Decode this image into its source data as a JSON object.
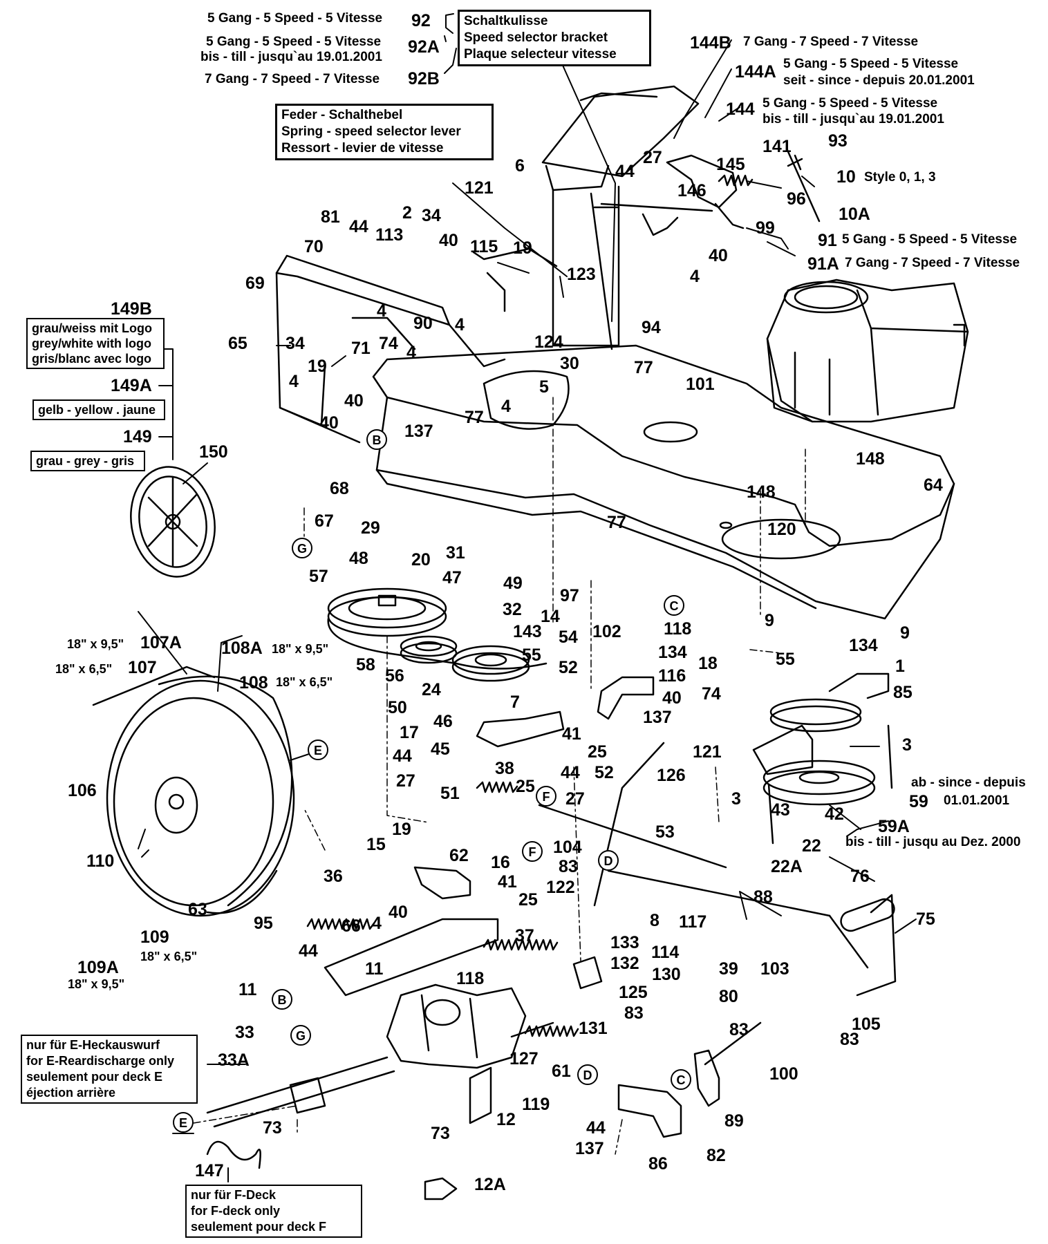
{
  "callouts": {
    "n92": "92",
    "n92A": "92A",
    "n92B": "92B",
    "n144B": "144B",
    "n144A": "144A",
    "n144": "144",
    "n141": "141",
    "n93": "93",
    "n10": "10",
    "n10A": "10A",
    "n91": "91",
    "n91A": "91A",
    "n6": "6",
    "n121a": "121",
    "n44a": "44",
    "n27a": "27",
    "n145": "145",
    "n146": "146",
    "n96": "96",
    "n99": "99",
    "n40a": "40",
    "n4a": "4",
    "n81": "81",
    "n44b": "44",
    "n113": "113",
    "n2": "2",
    "n34a": "34",
    "n40b": "40",
    "n115": "115",
    "n19a": "19",
    "n123": "123",
    "n70": "70",
    "n69": "69",
    "n94": "94",
    "n34b": "34",
    "n71": "71",
    "n74a": "74",
    "n90": "90",
    "n4b": "4",
    "n4c": "4",
    "n4d": "4",
    "n65": "65",
    "n124": "124",
    "n30": "30",
    "n77a": "77",
    "n19b": "19",
    "n5": "5",
    "n101": "101",
    "n4e": "4",
    "n40c": "40",
    "n4f": "4",
    "n40d": "40",
    "n77b": "77",
    "n137a": "137",
    "n148a": "148",
    "n68": "68",
    "n148b": "148",
    "n64": "64",
    "n67": "67",
    "n77c": "77",
    "n120": "120",
    "n149B": "149B",
    "n149A": "149A",
    "n149": "149",
    "n150": "150",
    "n29": "29",
    "n48": "48",
    "n20": "20",
    "n31": "31",
    "n47": "47",
    "n49": "49",
    "n57": "57",
    "n97": "97",
    "n32": "32",
    "n14": "14",
    "n54": "54",
    "n102": "102",
    "n143": "143",
    "n55a": "55",
    "n118a": "118",
    "n9a": "9",
    "n9b": "9",
    "n134a": "134",
    "n134b": "134",
    "n18": "18",
    "n55b": "55",
    "n1": "1",
    "n58": "58",
    "n52a": "52",
    "n56": "56",
    "n116": "116",
    "n74b": "74",
    "n85": "85",
    "n24": "24",
    "n7": "7",
    "n40e": "40",
    "n50": "50",
    "n46": "46",
    "n137b": "137",
    "n17": "17",
    "n41a": "41",
    "n121b": "121",
    "n3a": "3",
    "n45": "45",
    "n25a": "25",
    "n44c": "44",
    "n38": "38",
    "n52b": "52",
    "n44d": "44",
    "n126": "126",
    "n27b": "27",
    "n25b": "25",
    "n27c": "27",
    "n51": "51",
    "n3b": "3",
    "n43": "43",
    "n42": "42",
    "n59": "59",
    "n59A": "59A",
    "n22": "22",
    "n22A": "22A",
    "n107A": "107A",
    "n107": "107",
    "n108A": "108A",
    "n108": "108",
    "n106": "106",
    "n110": "110",
    "n63": "63",
    "n109": "109",
    "n109A": "109A",
    "n19c": "19",
    "n15": "15",
    "n62": "62",
    "n16": "16",
    "n104": "104",
    "n83a": "83",
    "n53": "53",
    "n41b": "41",
    "n25c": "25",
    "n122": "122",
    "n36": "36",
    "n8": "8",
    "n117": "117",
    "n88": "88",
    "n76": "76",
    "n75": "75",
    "n40f": "40",
    "n4g": "4",
    "n95": "95",
    "n66": "66",
    "n37": "37",
    "n133": "133",
    "n114": "114",
    "n44e": "44",
    "n11a": "11",
    "n11b": "11",
    "n118b": "118",
    "n132": "132",
    "n130": "130",
    "n39": "39",
    "n103": "103",
    "n125": "125",
    "n83b": "83",
    "n80": "80",
    "n105": "105",
    "n83c": "83",
    "n83d": "83",
    "n131": "131",
    "n33": "33",
    "n33A": "33A",
    "n127": "127",
    "n61": "61",
    "n100": "100",
    "n119": "119",
    "n12": "12",
    "n89": "89",
    "n73a": "73",
    "n73b": "73",
    "n44f": "44",
    "n137c": "137",
    "n86": "86",
    "n82": "82",
    "n147": "147",
    "n12A": "12A"
  },
  "markers": {
    "B1": "B",
    "B2": "B",
    "C1": "C",
    "C2": "C",
    "D1": "D",
    "D2": "D",
    "E1": "E",
    "E2": "E",
    "F1": "F",
    "F2": "F",
    "G1": "G",
    "G2": "G"
  },
  "texts": {
    "t92": "5 Gang - 5 Speed - 5 Vitesse",
    "t92A_1": "5 Gang - 5 Speed - 5 Vitesse",
    "t92A_2": "bis - till - jusqu`au 19.01.2001",
    "t92B": "7 Gang - 7 Speed - 7 Vitesse",
    "t144B": "7 Gang - 7 Speed - 7 Vitesse",
    "t144A_1": "5 Gang - 5 Speed - 5 Vitesse",
    "t144A_2": "seit - since - depuis 20.01.2001",
    "t144_1": "5 Gang - 5 Speed - 5 Vitesse",
    "t144_2": "bis - till - jusqu`au 19.01.2001",
    "t10": "Style 0, 1, 3",
    "t91": "5 Gang - 5 Speed - 5 Vitesse",
    "t91A": "7 Gang - 7 Speed - 7 Vitesse",
    "t107A": "18\" x 9,5\"",
    "t107": "18\" x 6,5\"",
    "t108A": "18\" x 9,5\"",
    "t108": "18\" x 6,5\"",
    "t109": "18\" x 6,5\"",
    "t109A": "18\" x 9,5\"",
    "t59_1": "ab - since - depuis",
    "t59_2": "01.01.2001",
    "t59A": "bis - till - jusqu au Dez. 2000"
  },
  "boxes": {
    "schaltkulisse": [
      "Schaltkulisse",
      "Speed selector bracket",
      "Plaque selecteur vitesse"
    ],
    "feder": [
      "Feder - Schalthebel",
      "Spring - speed selector lever",
      "Ressort - levier de vitesse"
    ],
    "grau_weiss": [
      "grau/weiss mit Logo",
      "grey/white with logo",
      "gris/blanc avec logo"
    ],
    "gelb": [
      "gelb - yellow . jaune"
    ],
    "grau": [
      "grau - grey - gris"
    ],
    "e_heck": [
      "nur für E-Heckauswurf",
      "for E-Reardischarge only",
      "seulement pour deck E",
      "éjection arrière"
    ],
    "f_deck": [
      "nur für F-Deck",
      "for F-deck only",
      "seulement pour deck F"
    ]
  }
}
